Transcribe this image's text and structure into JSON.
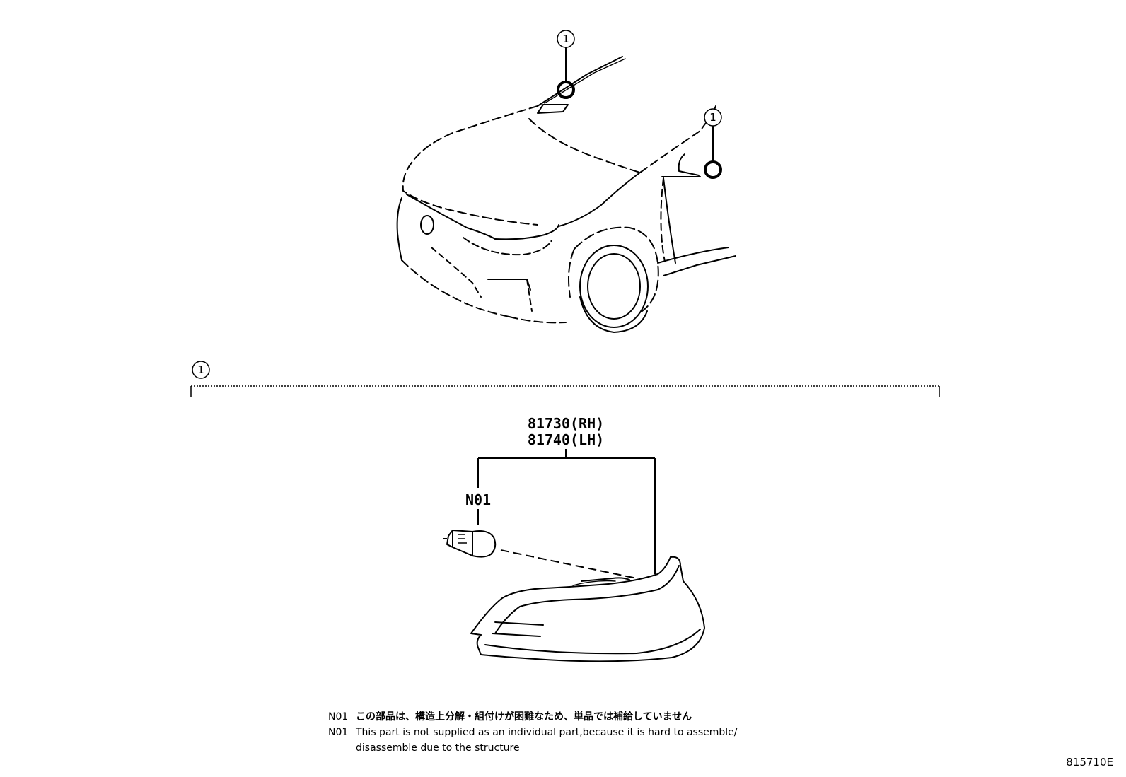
{
  "callouts": {
    "top_marker": "1",
    "side_marker": "1",
    "section_marker": "1"
  },
  "parts": {
    "rh": "81730(RH)",
    "lh": "81740(LH)",
    "bulb_code": "N01"
  },
  "notes": {
    "jp_code": "N01",
    "jp_text": "この部品は、構造上分解・組付けが困難なため、単品では補給していません",
    "en_code": "N01",
    "en_text_line1": "This part is not supplied as an individual part,because it is hard to assemble/",
    "en_text_line2": "disassemble due to the structure"
  },
  "drawing_id": "815710E"
}
